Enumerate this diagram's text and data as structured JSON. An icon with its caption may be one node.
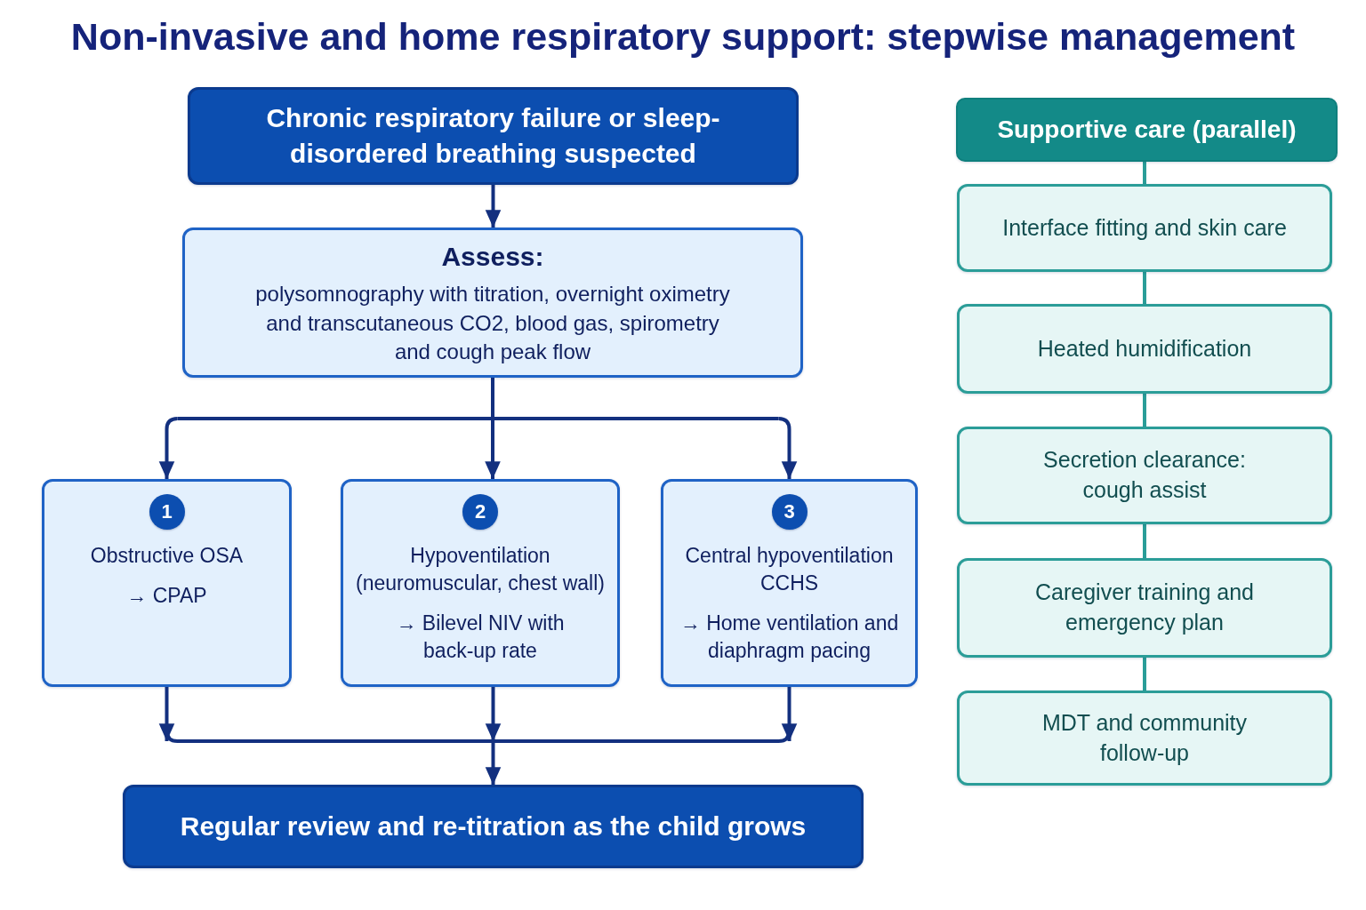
{
  "diagram": {
    "title": "Non-invasive and home respiratory support: stepwise management",
    "nodes": [
      {
        "text": [
          "Chronic respiratory failure or sleep-disordered breathing suspected"
        ]
      },
      {
        "text": [
          "Assess:",
          "polysomnography with titration, overnight oximetry and transcutaneous CO2, blood gas, spirometry and cough peak flow"
        ]
      },
      {
        "text": [
          "1",
          "Obstructive OSA",
          "→ CPAP"
        ]
      },
      {
        "text": [
          "2",
          "Hypoventilation (neuromuscular, chest wall)",
          "→ Bilevel NIV with back-up rate"
        ]
      },
      {
        "text": [
          "3",
          "Central hypoventilation CCHS",
          "→ Home ventilation and diaphragm pacing"
        ]
      },
      {
        "text": [
          "Regular review and re-titration as the child grows"
        ]
      },
      {
        "text": [
          "Supportive care (parallel)"
        ]
      },
      {
        "text": [
          "Interface fitting and skin care"
        ]
      },
      {
        "text": [
          "Heated humidification"
        ]
      },
      {
        "text": [
          "Secretion clearance: cough assist"
        ]
      },
      {
        "text": [
          "Caregiver training and emergency plan"
        ]
      },
      {
        "text": [
          "MDT and community follow-up"
        ]
      }
    ],
    "edges": [
      {
        "from": 0,
        "to": 1,
        "arrow": "to"
      },
      {
        "from": 1,
        "to": 2,
        "arrow": "to"
      },
      {
        "from": 1,
        "to": 3,
        "arrow": "to"
      },
      {
        "from": 1,
        "to": 4,
        "arrow": "to"
      },
      {
        "from": 2,
        "to": 5,
        "arrow": "to"
      },
      {
        "from": 3,
        "to": 5,
        "arrow": "to"
      },
      {
        "from": 4,
        "to": 5,
        "arrow": "to"
      },
      {
        "from": 6,
        "to": 7,
        "arrow": "none",
        "color": "#2a9d98"
      },
      {
        "from": 7,
        "to": 8,
        "arrow": "none",
        "color": "#2a9d98"
      },
      {
        "from": 8,
        "to": 9,
        "arrow": "none",
        "color": "#2a9d98"
      },
      {
        "from": 9,
        "to": 10,
        "arrow": "none",
        "color": "#2a9d98"
      },
      {
        "from": 10,
        "to": 11,
        "arrow": "none",
        "color": "#2a9d98"
      }
    ]
  }
}
